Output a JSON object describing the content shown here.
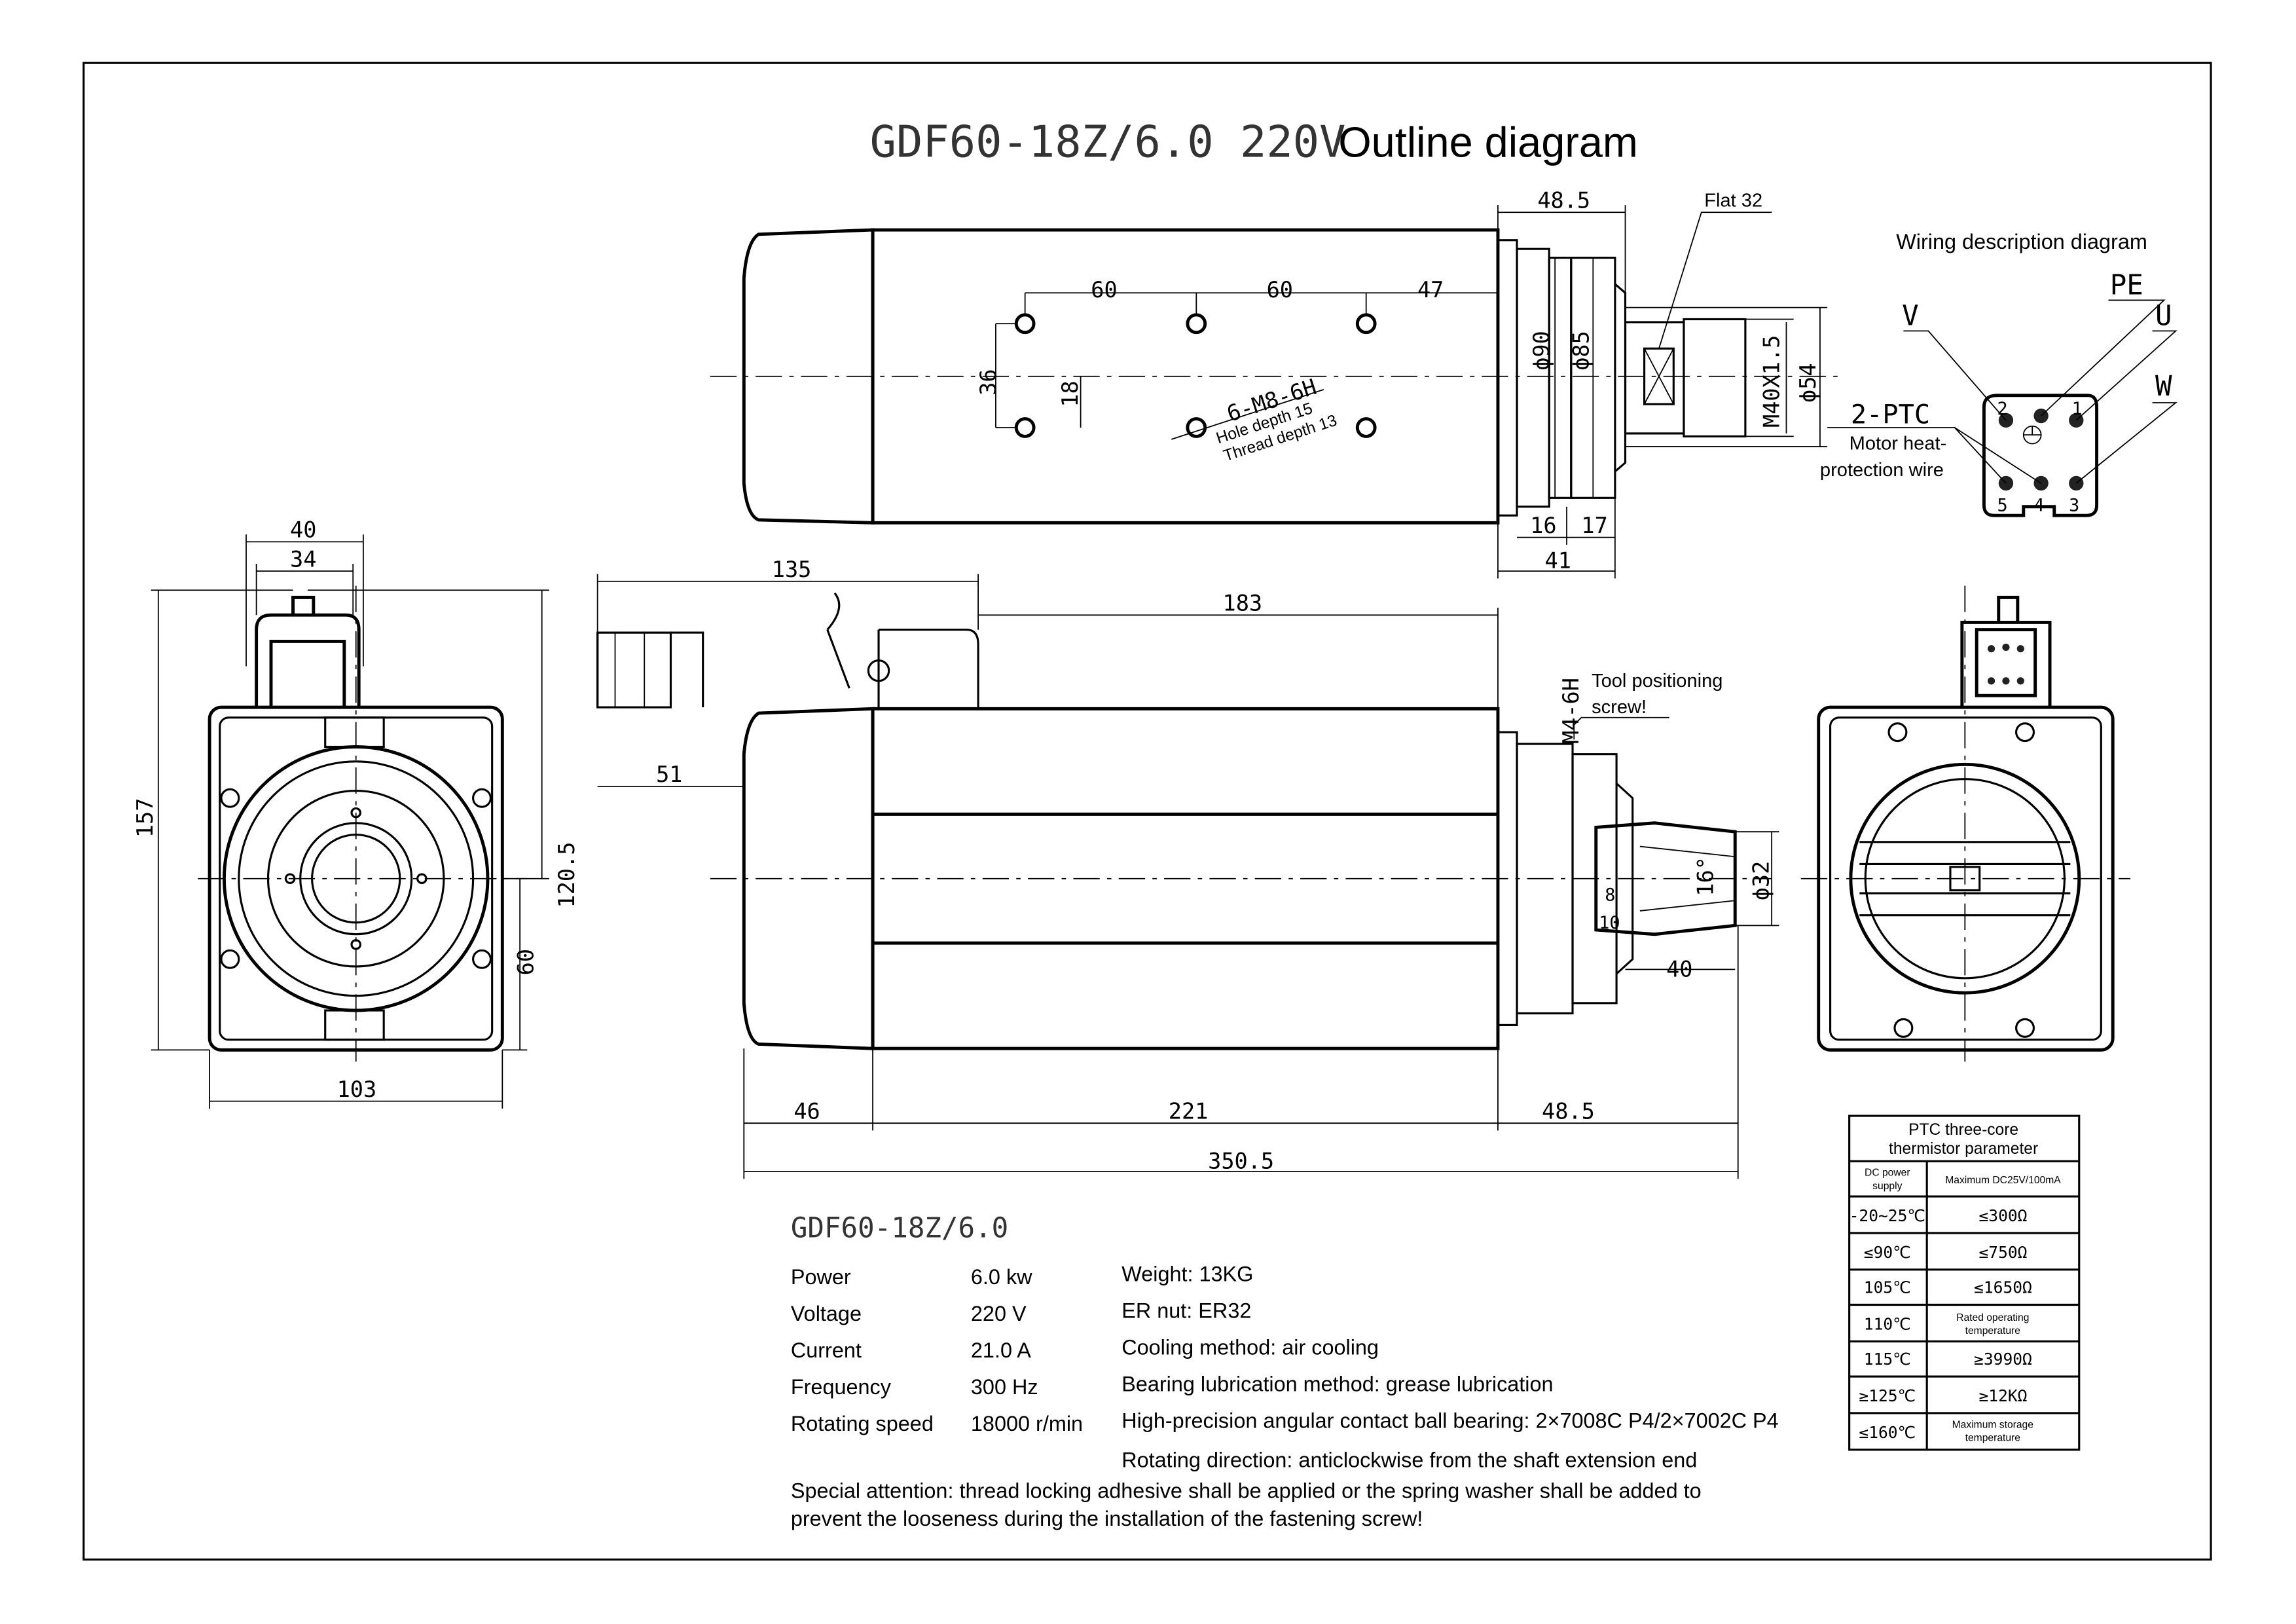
{
  "title": {
    "model": "GDF60-18Z/6.0 220V",
    "suffix": "Outline diagram"
  },
  "top_view": {
    "dims": {
      "d60a": "60",
      "d60b": "60",
      "d47": "47",
      "d36": "36",
      "d18": "18",
      "d48_5": "48.5",
      "d16": "16",
      "d17": "17",
      "d41": "41",
      "phi90": "ϕ90",
      "phi85": "ϕ85",
      "thread": "M40X1.5",
      "phi54": "ϕ54"
    },
    "flat_label": "Flat 32",
    "hole_spec": "6-M8-6H",
    "hole_depth": "Hole depth 15",
    "thread_depth": "Thread depth 13"
  },
  "wiring": {
    "title": "Wiring description diagram",
    "labels": {
      "v": "V",
      "pe": "PE",
      "u": "U",
      "w": "W",
      "ptc": "2-PTC",
      "ptc_desc1": "Motor heat-",
      "ptc_desc2": "protection wire"
    },
    "pins": [
      "1",
      "2",
      "3",
      "4",
      "5"
    ]
  },
  "front_view": {
    "dims": {
      "d40": "40",
      "d34": "34",
      "d157": "157",
      "d120_5": "120.5",
      "d60": "60",
      "d103": "103"
    }
  },
  "side_view": {
    "dims": {
      "d135": "135",
      "d183": "183",
      "d51": "51",
      "d46": "46",
      "d221": "221",
      "d48_5": "48.5",
      "d350_5": "350.5",
      "d40": "40",
      "d16deg": "16°",
      "phi32": "ϕ32",
      "d8": "8",
      "d10": "10",
      "m4": "M4-6H"
    },
    "screw_label1": "Tool positioning",
    "screw_label2": "screw!"
  },
  "specs": {
    "model": "GDF60-18Z/6.0",
    "rows": [
      {
        "label": "Power",
        "value": "6.0 kw",
        "note": "Weight: 13KG"
      },
      {
        "label": "Voltage",
        "value": "220 V",
        "note": "ER nut: ER32"
      },
      {
        "label": "Current",
        "value": "21.0 A",
        "note": "Cooling method: air cooling"
      },
      {
        "label": "Frequency",
        "value": "300 Hz",
        "note": "Bearing lubrication method: grease lubrication"
      },
      {
        "label": "Rotating speed",
        "value": "18000 r/min",
        "note": "High-precision angular contact ball bearing: 2×7008C P4/2×7002C P4"
      }
    ],
    "rotation": "Rotating direction: anticlockwise from the shaft extension end",
    "attention1": "Special attention: thread locking adhesive shall be applied or the spring washer shall be added to",
    "attention2": "prevent the looseness during the installation of the fastening screw!"
  },
  "ptc_table": {
    "title1": "PTC three-core",
    "title2": "thermistor parameter",
    "header_left1": "DC power",
    "header_left2": "supply",
    "header_right": "Maximum DC25V/100mA",
    "rows": [
      {
        "temp": "-20~25℃",
        "value": "≤300Ω"
      },
      {
        "temp": "≤90℃",
        "value": "≤750Ω"
      },
      {
        "temp": "105℃",
        "value": "≤1650Ω"
      },
      {
        "temp": "110℃",
        "value": "Rated operating",
        "value2": "temperature"
      },
      {
        "temp": "115℃",
        "value": "≥3990Ω"
      },
      {
        "temp": "≥125℃",
        "value": "≥12KΩ"
      },
      {
        "temp": "≤160℃",
        "value": "Maximum storage",
        "value2": "temperature"
      }
    ]
  }
}
